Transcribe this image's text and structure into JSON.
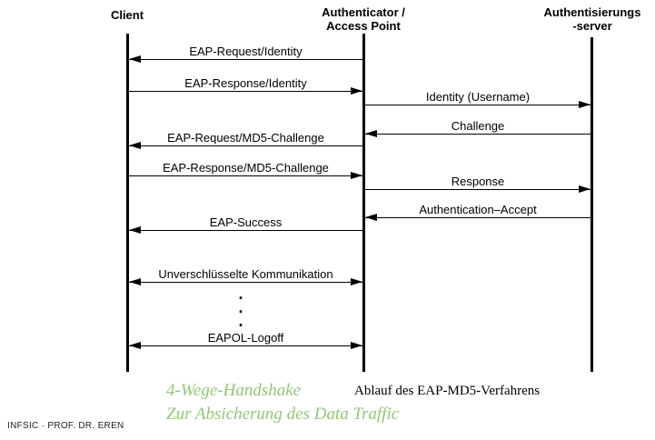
{
  "diagram": {
    "actors": {
      "client": "Client",
      "authenticator_line1": "Authenticator /",
      "authenticator_line2": "Access Point",
      "server_line1": "Authentisierungs",
      "server_line2": "-server"
    },
    "messages": [
      {
        "label": "EAP-Request/Identity",
        "from": "Authenticator / Access Point",
        "to": "Client",
        "arrow": "left"
      },
      {
        "label": "EAP-Response/Identity",
        "from": "Client",
        "to": "Authenticator / Access Point",
        "arrow": "right"
      },
      {
        "label": "Identity (Username)",
        "from": "Authenticator / Access Point",
        "to": "Authentisierungs-server",
        "arrow": "right"
      },
      {
        "label": "Challenge",
        "from": "Authentisierungs-server",
        "to": "Authenticator / Access Point",
        "arrow": "left"
      },
      {
        "label": "EAP-Request/MD5-Challenge",
        "from": "Authenticator / Access Point",
        "to": "Client",
        "arrow": "left"
      },
      {
        "label": "EAP-Response/MD5-Challenge",
        "from": "Client",
        "to": "Authenticator / Access Point",
        "arrow": "right"
      },
      {
        "label": "Response",
        "from": "Authenticator / Access Point",
        "to": "Authentisierungs-server",
        "arrow": "right"
      },
      {
        "label": "Authentication–Accept",
        "from": "Authentisierungs-server",
        "to": "Authenticator / Access Point",
        "arrow": "left"
      },
      {
        "label": "EAP-Success",
        "from": "Authenticator / Access Point",
        "to": "Client",
        "arrow": "left"
      },
      {
        "label": "Unverschlüsselte Kommunikation",
        "from": "Client",
        "to": "Authenticator / Access Point",
        "arrow": "both"
      },
      {
        "label": "EAPOL-Logoff",
        "from": "Client",
        "to": "Authenticator / Access Point",
        "arrow": "both"
      }
    ],
    "ellipsis": ".\n.\n."
  },
  "footer": {
    "handshake_line1": "4-Wege-Handshake",
    "handshake_line2": "Zur Absicherung des Data Traffic",
    "caption": "Ablauf des EAP-MD5-Verfahrens",
    "credit": "INFSIC · PROF. DR. EREN"
  },
  "colors": {
    "accent_green": "#8fc973",
    "ink": "#000000"
  }
}
